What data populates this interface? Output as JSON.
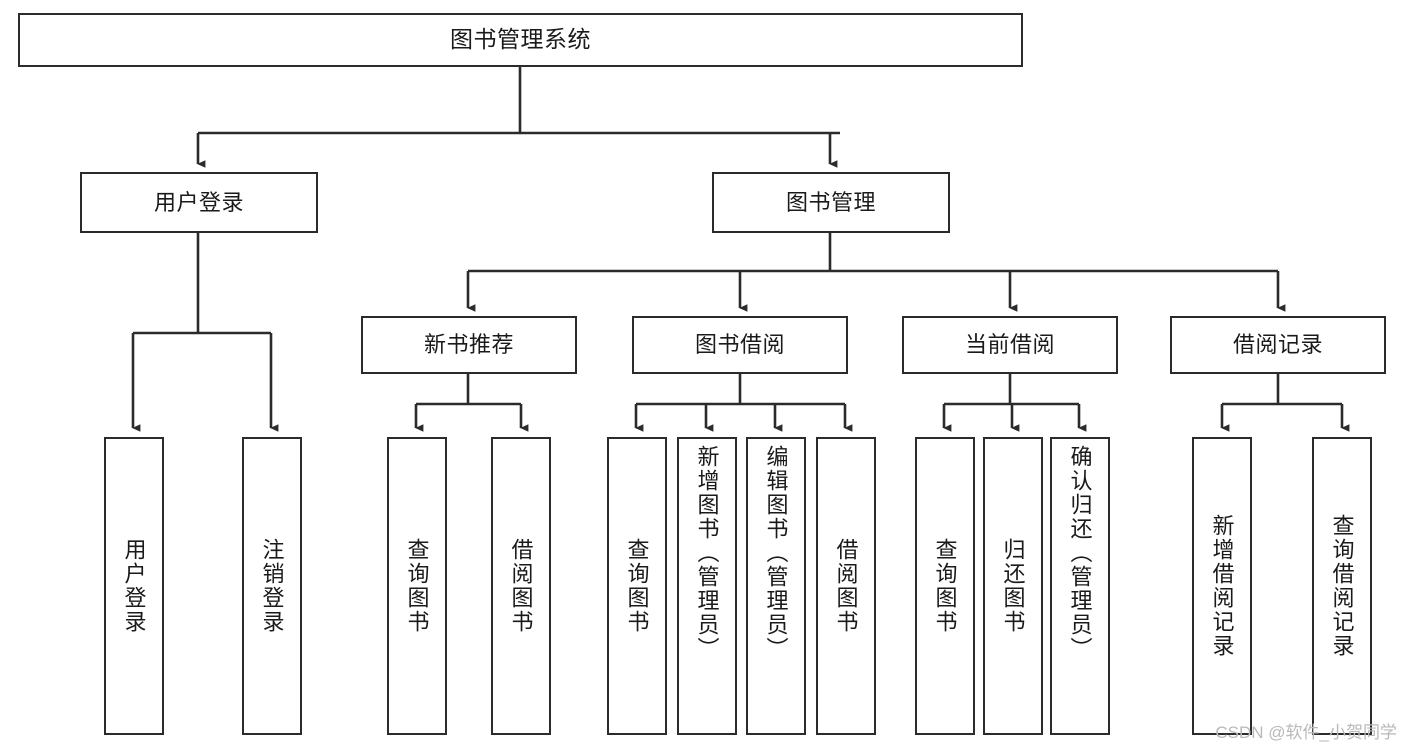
{
  "diagram": {
    "title": "图书管理系统",
    "type": "hierarchy-tree",
    "watermark": "CSDN @软件_小贺同学",
    "colors": {
      "stroke": "#2b2b2b",
      "fill": "#ffffff",
      "text": "#1a1a1a",
      "watermark": "#b9b9b9"
    },
    "nodes": {
      "root": {
        "label": "图书管理系统"
      },
      "level1": [
        {
          "label": "用户登录"
        },
        {
          "label": "图书管理"
        }
      ],
      "level2": [
        {
          "label": "新书推荐"
        },
        {
          "label": "图书借阅"
        },
        {
          "label": "当前借阅"
        },
        {
          "label": "借阅记录"
        }
      ],
      "leaves_user_login": [
        {
          "label": "用户登录"
        },
        {
          "label": "注销登录"
        }
      ],
      "leaves_new_book": [
        {
          "label": "查询图书"
        },
        {
          "label": "借阅图书"
        }
      ],
      "leaves_borrow": [
        {
          "label": "查询图书"
        },
        {
          "label": "新增图书（管理员）"
        },
        {
          "label": "编辑图书（管理员）"
        },
        {
          "label": "借阅图书"
        }
      ],
      "leaves_current": [
        {
          "label": "查询图书"
        },
        {
          "label": "归还图书"
        },
        {
          "label": "确认归还（管理员）"
        }
      ],
      "leaves_records": [
        {
          "label": "新增借阅记录"
        },
        {
          "label": "查询借阅记录"
        }
      ]
    }
  }
}
